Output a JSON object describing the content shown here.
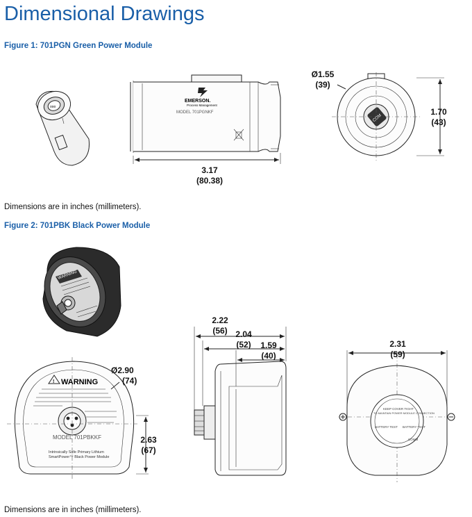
{
  "page": {
    "title": "Dimensional Drawings",
    "note_units": "Dimensions are in inches (millimeters)."
  },
  "figure1": {
    "caption": "Figure 1: 701PGN Green Power Module",
    "length_in": "3.17",
    "length_mm": "(80.38)",
    "diameter_in": "Ø1.55",
    "diameter_mm": "(39)",
    "height_in": "1.70",
    "height_mm": "(43)",
    "label_brand": "EMERSON.",
    "label_sub": "Process Management",
    "label_model": "MODEL 701PGNKF"
  },
  "figure2": {
    "caption": "Figure 2: 701PBK Black Power Module",
    "depth_total_in": "2.22",
    "depth_total_mm": "(56)",
    "depth_mid_in": "2.04",
    "depth_mid_mm": "(52)",
    "depth_body_in": "1.59",
    "depth_body_mm": "(40)",
    "diameter_in": "Ø2.90",
    "diameter_mm": "(74)",
    "height_in": "2.63",
    "height_mm": "(67)",
    "width_in": "2.31",
    "width_mm": "(59)",
    "warning_label": "WARNING",
    "model_label": "MODEL 701PBKKF",
    "body_line1": "Intrinsically Safe Primary Lithium",
    "body_line2": "SmartPower™ Black Power Module",
    "back_label1": "KEEP COVER TIGHT",
    "back_label2": "TO MAINTAIN POWER MODULE CONNECTION",
    "back_battery_left": "BATTERY TEST",
    "back_battery_right": "BATTERY TEST",
    "back_comm": "COMM"
  }
}
